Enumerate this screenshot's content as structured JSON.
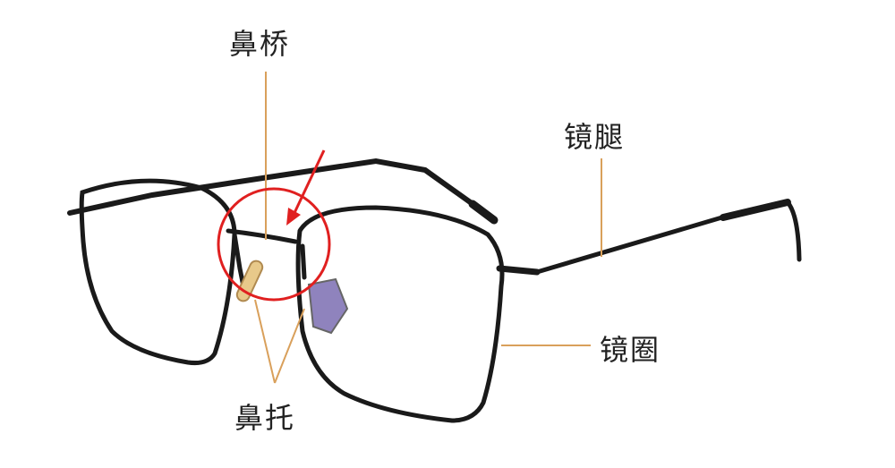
{
  "labels": {
    "nose_bridge": "鼻桥",
    "temple": "镜腿",
    "rim": "镜圈",
    "nose_pads": "鼻托"
  },
  "colors": {
    "frame": "#1a1a1a",
    "leader_line": "#d9a05b",
    "highlight": "#e02020",
    "nose_pad": "#e8c98a",
    "lens_tint": "#6a5aa8"
  }
}
